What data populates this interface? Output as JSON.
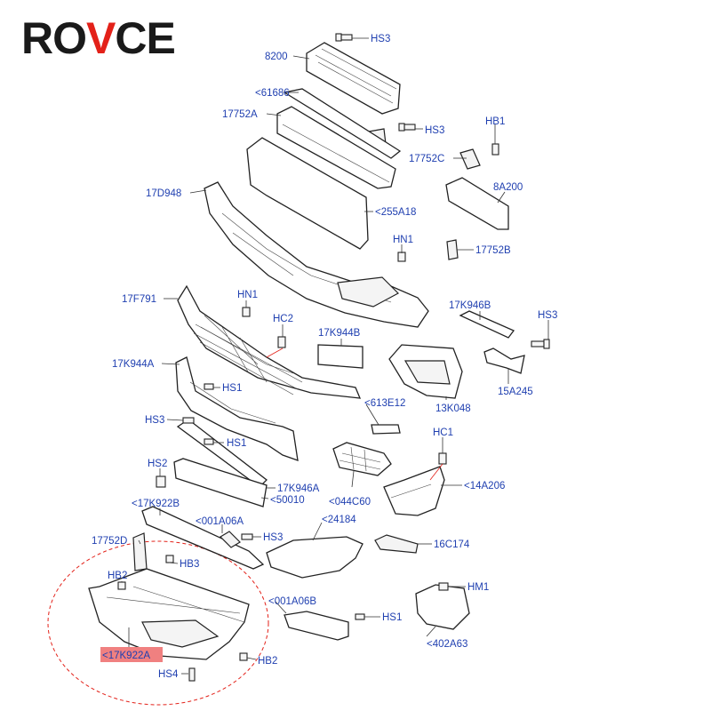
{
  "brand": {
    "logo": "ROVCE",
    "accent": "#e32119"
  },
  "colors": {
    "label": "#1f3fb0",
    "highlight": "#f08080",
    "circle": "#e32119"
  },
  "labels": {
    "hs3_top": "HS3",
    "p8200": "8200",
    "p61686": "<61686",
    "p17752A": "17752A",
    "hs3_mid": "HS3",
    "hb1": "HB1",
    "p17752C": "17752C",
    "p8A200": "8A200",
    "p17D948": "17D948",
    "p255A18": "<255A18",
    "hn1_a": "HN1",
    "p17752B": "17752B",
    "p17F791": "17F791",
    "hn1_b": "HN1",
    "hc2": "HC2",
    "p17K946B": "17K946B",
    "hs3_right": "HS3",
    "p17K944B": "17K944B",
    "p17K944A": "17K944A",
    "hs1_a": "HS1",
    "p15A245": "15A245",
    "p613E12": "<613E12",
    "p13K048": "13K048",
    "hs3_left": "HS3",
    "hs1_b": "HS1",
    "hc1": "HC1",
    "hs2": "HS2",
    "p17K946A": "17K946A",
    "p14A206": "<14A206",
    "p50010": "<50010",
    "p044C60": "<044C60",
    "p17K922B": "<17K922B",
    "p001A06A": "<001A06A",
    "p24184": "<24184",
    "p17752D": "17752D",
    "hs3_low": "HS3",
    "p16C174": "16C174",
    "hb3": "HB3",
    "hb2_a": "HB2",
    "hm1": "HM1",
    "p001A06B": "<001A06B",
    "hs1_c": "HS1",
    "p17K922A": "<17K922A",
    "p402A63": "<402A63",
    "hb2_b": "HB2",
    "hs4": "HS4"
  }
}
